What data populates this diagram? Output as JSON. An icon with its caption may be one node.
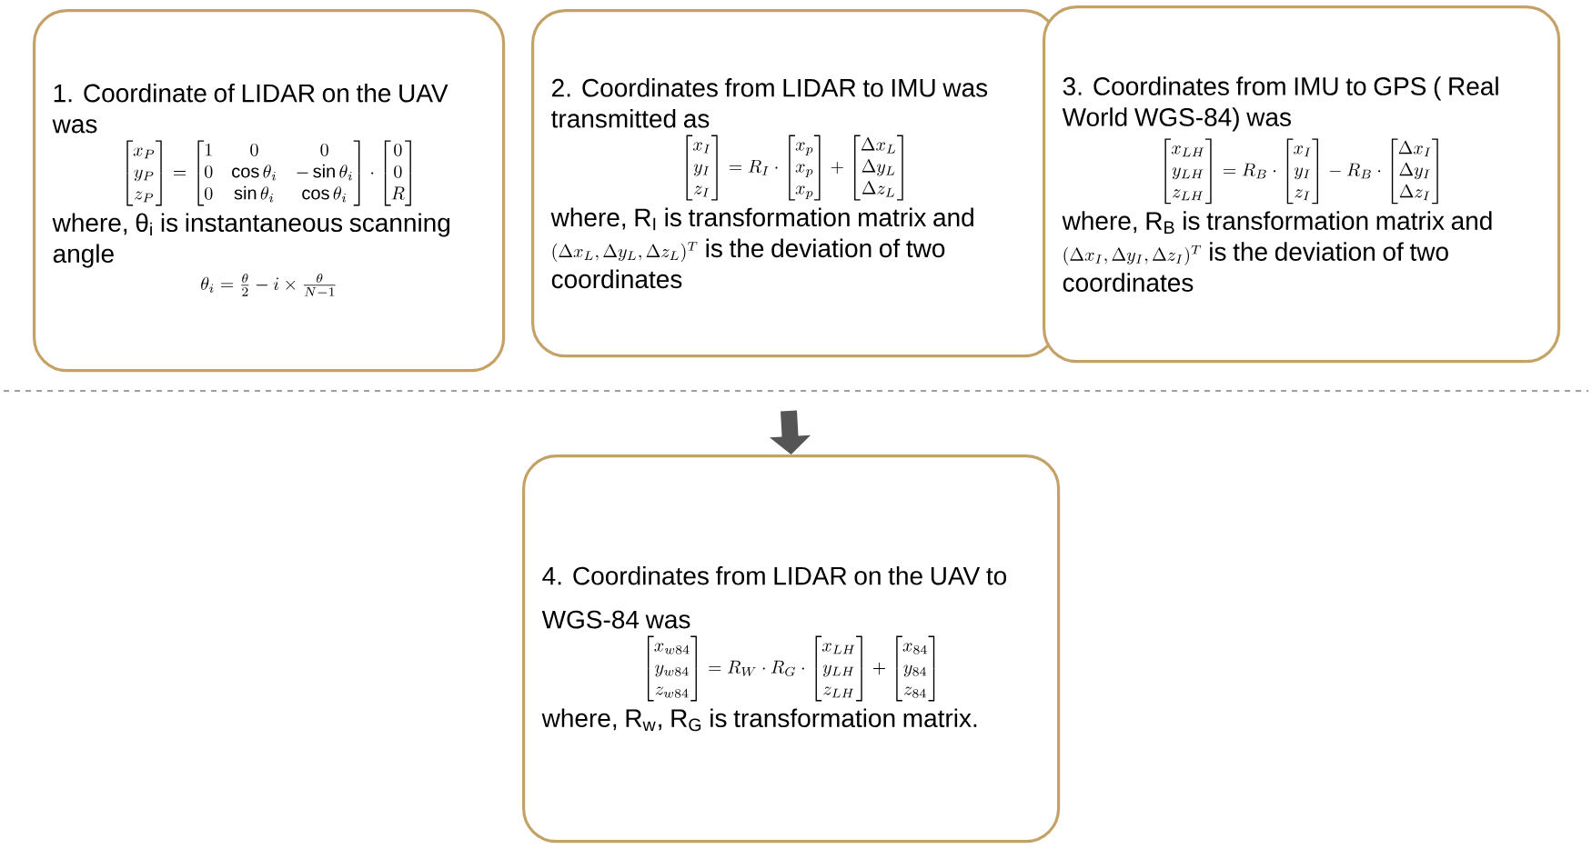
{
  "diagram": {
    "nodes": [
      {
        "text": [
          "1. Coordinate of LIDAR on the UAV was",
          "\\begin{bmatrix}x_P\\\\y_P\\\\z_P\\end{bmatrix}=\\begin{bmatrix}1&0&0\\\\0&\\cos\\theta_i&-\\sin\\theta_i\\\\0&\\sin\\theta_i&\\cos\\theta_i\\end{bmatrix}\\cdot\\begin{bmatrix}0\\\\0\\\\R\\end{bmatrix}",
          "where, θ$_{i}$ is instantaneous scanning angle",
          "\\theta_i=\\frac{\\theta}{2}-i\\times\\frac{\\theta}{N-1}"
        ]
      },
      {
        "text": [
          "2. Coordinates from LIDAR to IMU was transmitted as",
          "\\begin{bmatrix}x_I\\\\y_I\\\\z_I\\end{bmatrix}=R_I\\cdot\\begin{bmatrix}x_p\\\\x_p\\\\x_p\\end{bmatrix}+\\begin{bmatrix}\\Delta x_L\\\\\\Delta y_L\\\\\\Delta z_L\\end{bmatrix}",
          "where, R$_{I}$ is transformation matrix and",
          "(\\Delta x_L,\\Delta y_L,\\Delta z_L)^T",
          "is the deviation of two coordinates"
        ]
      },
      {
        "text": [
          "3. Coordinates from IMU to GPS ( Real World WGS-84) was",
          "\\begin{bmatrix}x_{LH}\\\\y_{LH}\\\\z_{LH}\\end{bmatrix}=R_B\\cdot\\begin{bmatrix}x_I\\\\y_I\\\\z_I\\end{bmatrix}-R_B\\cdot\\begin{bmatrix}\\Delta x_I\\\\\\Delta y_I\\\\\\Delta z_I\\end{bmatrix}",
          "where, R$_{B}$ is transformation matrix and",
          "(\\Delta x_I,\\Delta y_I,\\Delta z_I)^T",
          "is the deviation of two coordinates"
        ]
      },
      {
        "text": [
          "4. Coordinates from LIDAR on the UAV to WGS-84 was",
          "\\begin{bmatrix}x_{w84}\\\\y_{w84}\\\\z_{w84}\\end{bmatrix}=R_W\\cdot R_G\\cdot\\begin{bmatrix}x_{LH}\\\\y_{LH}\\\\z_{LH}\\end{bmatrix}+\\begin{bmatrix}x_{84}\\\\y_{84}\\\\z_{84}\\end{bmatrix}",
          "where, R$_{w}$, R$_{G}$ is transformation matrix."
        ]
      }
    ],
    "edges": [
      {
        "from": null,
        "to": 3,
        "arrow": "to"
      }
    ]
  }
}
